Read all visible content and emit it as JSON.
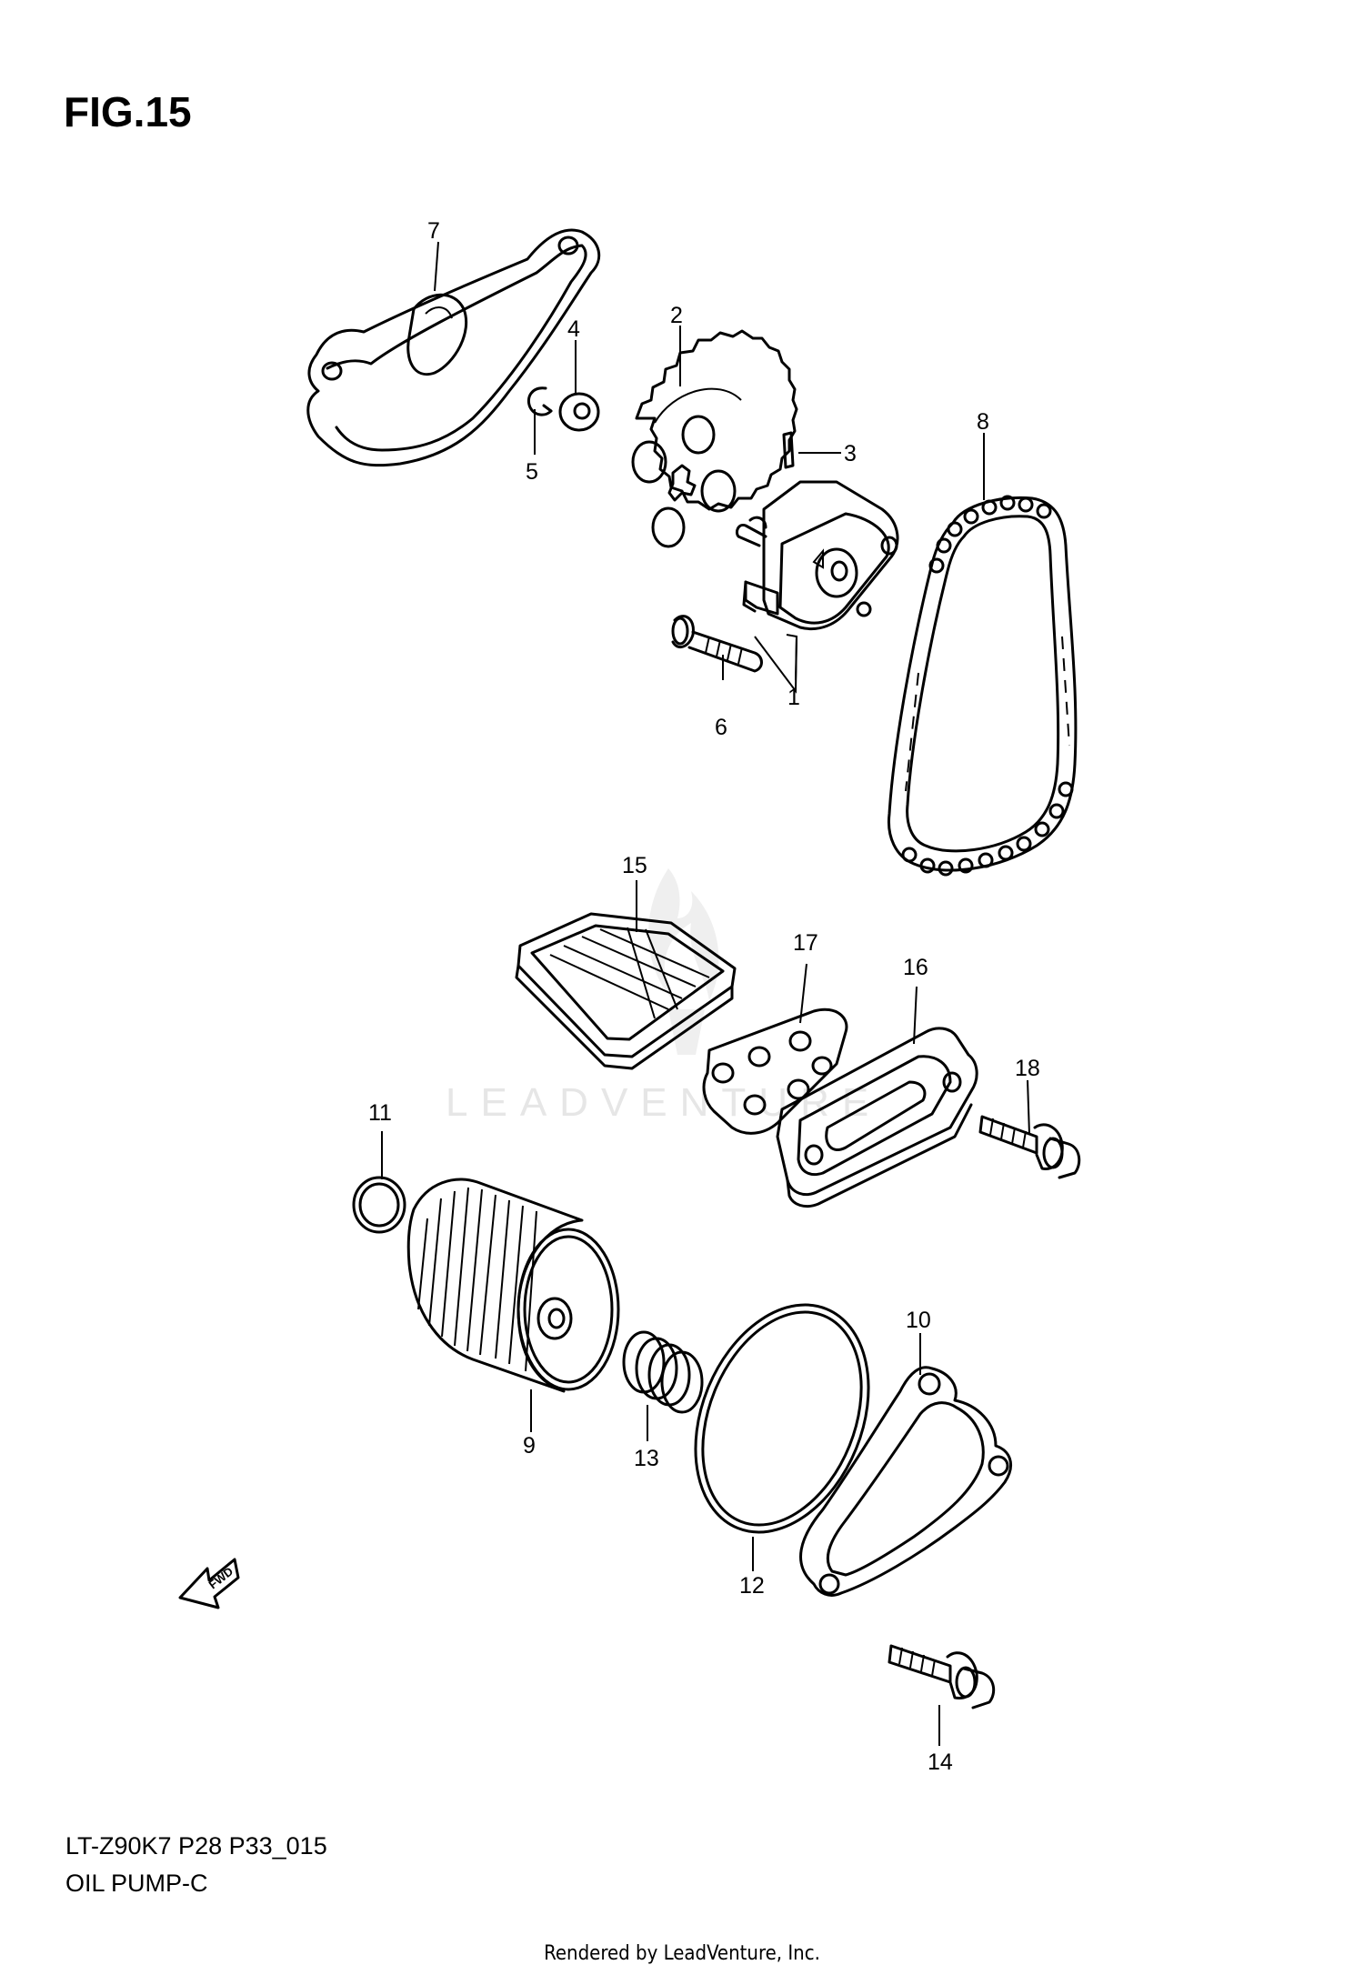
{
  "figure_title": "FIG.15",
  "model_code": "LT-Z90K7 P28 P33_015",
  "section_name": "OIL PUMP-C",
  "footer_credit": "Rendered by LeadVenture, Inc.",
  "watermark_text": "LEADVENTURE",
  "fwd_label": "FWD",
  "callouts": {
    "c1": "1",
    "c2": "2",
    "c3": "3",
    "c4": "4",
    "c5": "5",
    "c6": "6",
    "c7": "7",
    "c8": "8",
    "c9": "9",
    "c10": "10",
    "c11": "11",
    "c12": "12",
    "c13": "13",
    "c14": "14",
    "c15": "15",
    "c16": "16",
    "c17": "17",
    "c18": "18"
  }
}
